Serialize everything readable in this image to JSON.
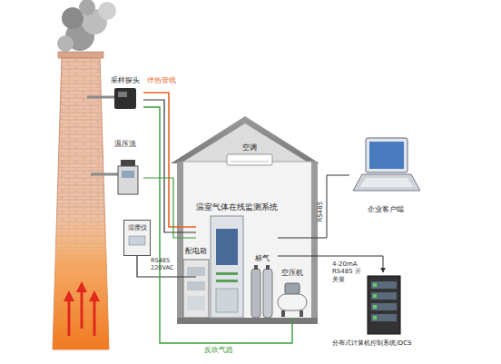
{
  "diagram": {
    "nodes": [
      {
        "text": [
          "采样探头"
        ]
      },
      {
        "text": [
          "温压流"
        ]
      },
      {
        "text": [
          "湿度仪"
        ]
      },
      {
        "text": [
          "空调"
        ]
      },
      {
        "text": [
          "温室气体在线监测系统"
        ]
      },
      {
        "text": [
          "配电箱"
        ]
      },
      {
        "text": [
          "标气"
        ]
      },
      {
        "text": [
          "空压机"
        ]
      },
      {
        "text": [
          "企业客户端"
        ]
      },
      {
        "text": [
          "分布式计算机控制系统/DCS"
        ]
      }
    ],
    "edges": [
      {
        "from": 0,
        "to": 4,
        "label": "伴热管线",
        "arrow": "none"
      },
      {
        "from": 0,
        "to": 4,
        "arrow": "none"
      },
      {
        "from": 1,
        "to": 4,
        "arrow": "none"
      },
      {
        "from": 2,
        "to": 4,
        "label": "RS485 220VAC",
        "arrow": "none"
      },
      {
        "from": 7,
        "to": 0,
        "label": "反吹气路",
        "arrow": "none"
      },
      {
        "from": 4,
        "to": 8,
        "label": "RS485",
        "arrow": "none"
      },
      {
        "from": 4,
        "to": 9,
        "label": "4-20mA RS485 开关量",
        "arrow": "to"
      }
    ]
  }
}
